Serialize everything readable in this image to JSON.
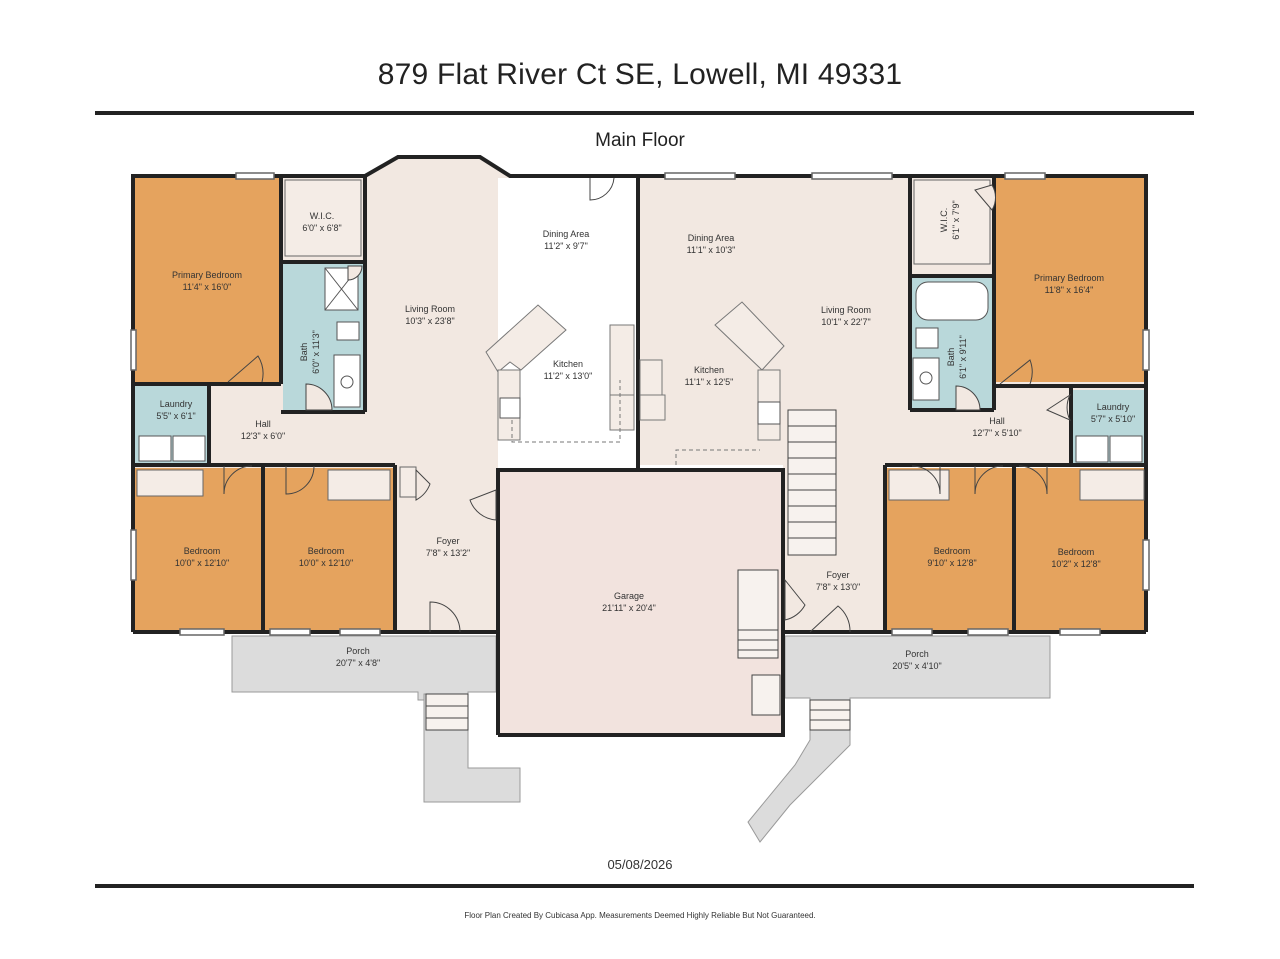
{
  "header": {
    "address": "879 Flat River Ct SE, Lowell, MI 49331"
  },
  "floor": {
    "name": "Main Floor"
  },
  "date": "05/08/2026",
  "footer": {
    "disclaimer": "Floor Plan Created By Cubicasa App. Measurements Deemed Highly Reliable But Not Guaranteed."
  },
  "colors": {
    "bedroom": "#E5A35E",
    "wet_room": "#B9D8DA",
    "living": "#F2E8E1",
    "garage": "#F2E3DE",
    "porch": "#DDDDDD",
    "wall": "#222222"
  },
  "rooms": [
    {
      "id": "w-primary-bedroom",
      "name": "Primary Bedroom",
      "dims": "11'4\" x 16'0\""
    },
    {
      "id": "w-wic",
      "name": "W.I.C.",
      "dims": "6'0\" x 6'8\""
    },
    {
      "id": "w-bath",
      "name": "Bath",
      "dims": "6'0\" x 11'3\""
    },
    {
      "id": "w-laundry",
      "name": "Laundry",
      "dims": "5'5\" x 6'1\""
    },
    {
      "id": "w-hall",
      "name": "Hall",
      "dims": "12'3\" x 6'0\""
    },
    {
      "id": "w-living-room",
      "name": "Living Room",
      "dims": "10'3\" x 23'8\""
    },
    {
      "id": "w-dining-area",
      "name": "Dining Area",
      "dims": "11'2\" x 9'7\""
    },
    {
      "id": "w-kitchen",
      "name": "Kitchen",
      "dims": "11'2\" x 13'0\""
    },
    {
      "id": "w-bedroom-1",
      "name": "Bedroom",
      "dims": "10'0\" x 12'10\""
    },
    {
      "id": "w-bedroom-2",
      "name": "Bedroom",
      "dims": "10'0\" x 12'10\""
    },
    {
      "id": "w-foyer",
      "name": "Foyer",
      "dims": "7'8\" x 13'2\""
    },
    {
      "id": "w-porch",
      "name": "Porch",
      "dims": "20'7\" x 4'8\""
    },
    {
      "id": "garage",
      "name": "Garage",
      "dims": "21'11\" x 20'4\""
    },
    {
      "id": "e-dining-area",
      "name": "Dining Area",
      "dims": "11'1\" x 10'3\""
    },
    {
      "id": "e-kitchen",
      "name": "Kitchen",
      "dims": "11'1\" x 12'5\""
    },
    {
      "id": "e-living-room",
      "name": "Living Room",
      "dims": "10'1\" x 22'7\""
    },
    {
      "id": "e-wic",
      "name": "W.I.C.",
      "dims": "6'1\" x 7'9\""
    },
    {
      "id": "e-bath",
      "name": "Bath",
      "dims": "6'1\" x 9'11\""
    },
    {
      "id": "e-primary-bedroom",
      "name": "Primary Bedroom",
      "dims": "11'8\" x 16'4\""
    },
    {
      "id": "e-laundry",
      "name": "Laundry",
      "dims": "5'7\" x 5'10\""
    },
    {
      "id": "e-hall",
      "name": "Hall",
      "dims": "12'7\" x 5'10\""
    },
    {
      "id": "e-foyer",
      "name": "Foyer",
      "dims": "7'8\" x 13'0\""
    },
    {
      "id": "e-bedroom-1",
      "name": "Bedroom",
      "dims": "9'10\" x 12'8\""
    },
    {
      "id": "e-bedroom-2",
      "name": "Bedroom",
      "dims": "10'2\" x 12'8\""
    },
    {
      "id": "e-porch",
      "name": "Porch",
      "dims": "20'5\" x 4'10\""
    }
  ]
}
